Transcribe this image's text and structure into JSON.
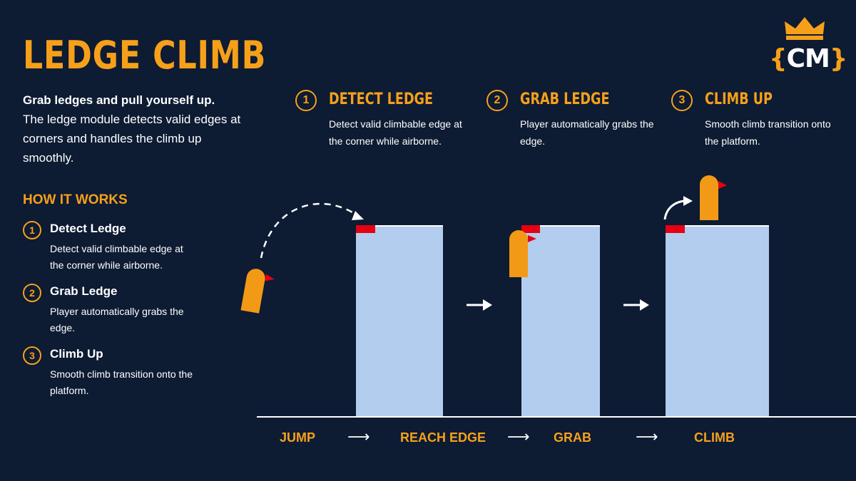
{
  "title": "LEDGE CLIMB",
  "intro": {
    "lead": "Grab ledges and pull yourself up.",
    "body": "The ledge module detects valid edges at corners and handles the climb up smoothly."
  },
  "how_it_works": {
    "heading": "HOW IT WORKS",
    "steps": [
      {
        "number": "1",
        "title": "Detect Ledge",
        "desc": "Detect valid climbable edge at the corner while airborne."
      },
      {
        "number": "2",
        "title": "Grab Ledge",
        "desc": "Player automatically grabs the edge."
      },
      {
        "number": "3",
        "title": "Climb Up",
        "desc": "Smooth climb transition onto the platform."
      }
    ]
  },
  "top_steps": [
    {
      "number": "1",
      "title": "DETECT LEDGE",
      "desc": "Detect valid climbable edge at the corner while airborne."
    },
    {
      "number": "2",
      "title": "GRAB LEDGE",
      "desc": "Player automatically grabs the edge."
    },
    {
      "number": "3",
      "title": "CLIMB UP",
      "desc": "Smooth climb transition onto the platform."
    }
  ],
  "flow": {
    "labels": [
      "JUMP",
      "REACH EDGE",
      "GRAB",
      "CLIMB"
    ],
    "arrow_glyph": "⟶"
  },
  "logo": {
    "open": "{",
    "text": "CM",
    "close": "}"
  },
  "colors": {
    "background": "#0d1b33",
    "accent": "#f6a01a",
    "platform": "#b3cdee",
    "ledge_marker": "#e60012",
    "player": "#f29a16",
    "text": "#ffffff"
  },
  "icons": [
    "crown-icon",
    "right-arrow-icon",
    "curved-arrow-icon"
  ]
}
